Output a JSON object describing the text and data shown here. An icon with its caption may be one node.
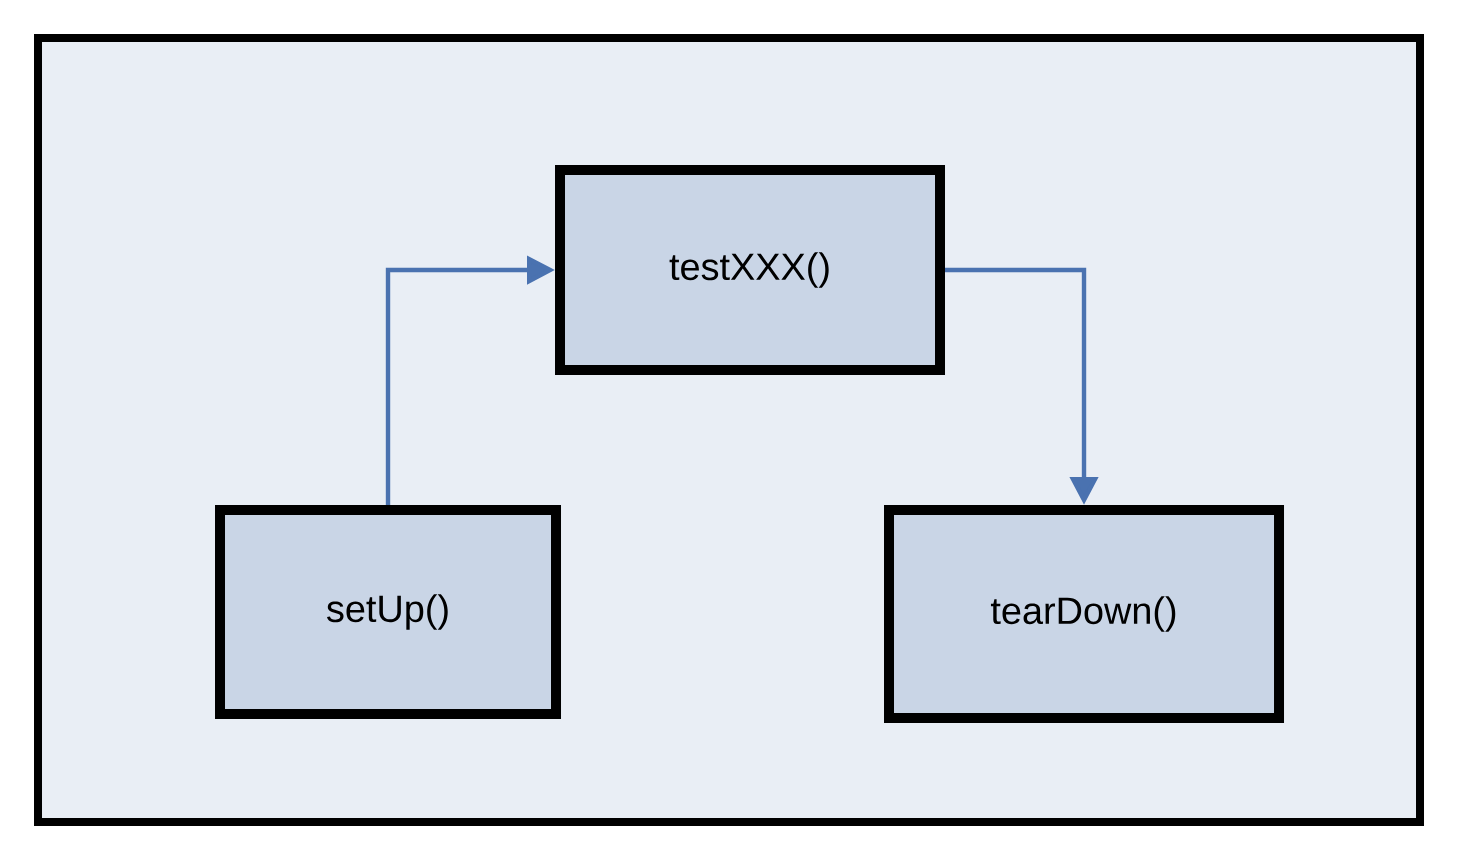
{
  "diagram": {
    "nodes": [
      {
        "text": [
          "testXXX()"
        ]
      },
      {
        "text": [
          "setUp()"
        ]
      },
      {
        "text": [
          "tearDown()"
        ]
      }
    ],
    "edges": [
      {
        "from": 1,
        "to": 0,
        "arrow": "to"
      },
      {
        "from": 0,
        "to": 2,
        "arrow": "to"
      }
    ]
  }
}
